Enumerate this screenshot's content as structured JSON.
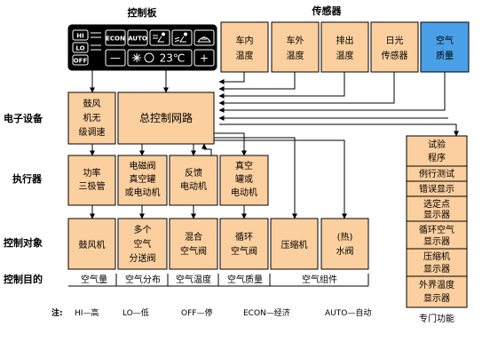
{
  "panel": {
    "title": "控制板",
    "keys": [
      "HI",
      "LO",
      "OFF",
      "ECON",
      "AUTO"
    ],
    "display": "23℃",
    "minus": "—",
    "plus": "+"
  },
  "sensors": {
    "title": "传感器",
    "items": [
      {
        "line1": "车内",
        "line2": "温度"
      },
      {
        "line1": "车外",
        "line2": "温度"
      },
      {
        "line1": "排出",
        "line2": "温度"
      },
      {
        "line1": "日光",
        "line2": "传感器"
      },
      {
        "line1": "空气",
        "line2": "质量"
      }
    ]
  },
  "row_labels": {
    "electronics": "电子设备",
    "actuators": "执行器",
    "controlled": "控制对象",
    "purpose": "控制目的"
  },
  "electronics": {
    "blower_ctrl": [
      "鼓风",
      "机无",
      "级调速"
    ],
    "main_ctrl": "总控制网路"
  },
  "actuators": [
    [
      "功率",
      "三极管"
    ],
    [
      "电磁阀",
      "真空罐",
      "或电动机"
    ],
    [
      "反馈",
      "电动机"
    ],
    [
      "真空",
      "罐或",
      "电动机"
    ]
  ],
  "controlled": [
    [
      "鼓风机"
    ],
    [
      "多个",
      "空气",
      "分送阀"
    ],
    [
      "混合",
      "空气阀"
    ],
    [
      "循环",
      "空气阀"
    ],
    [
      "压缩机"
    ],
    [
      "(热)",
      "水阀"
    ]
  ],
  "purposes": [
    "空气量",
    "空气分布",
    "空气温度",
    "空气质量",
    "空气组件"
  ],
  "special": {
    "items": [
      [
        "试验",
        "程序"
      ],
      [
        "例行测试"
      ],
      [
        "错误显示"
      ],
      [
        "选定点",
        "显示器"
      ],
      [
        "循环空气",
        "显示器"
      ],
      [
        "压缩机",
        "显示器"
      ],
      [
        "外界温度",
        "显示器"
      ]
    ],
    "caption": "专门功能"
  },
  "legend": {
    "prefix": "注:",
    "items": [
      "HI—高",
      "LO—低",
      "OFF—停",
      "ECON—经济",
      "AUTO—自动"
    ]
  },
  "colors": {
    "box": "#fbcf9e",
    "highlight": "#4aa0e6",
    "panel": "#000000"
  }
}
